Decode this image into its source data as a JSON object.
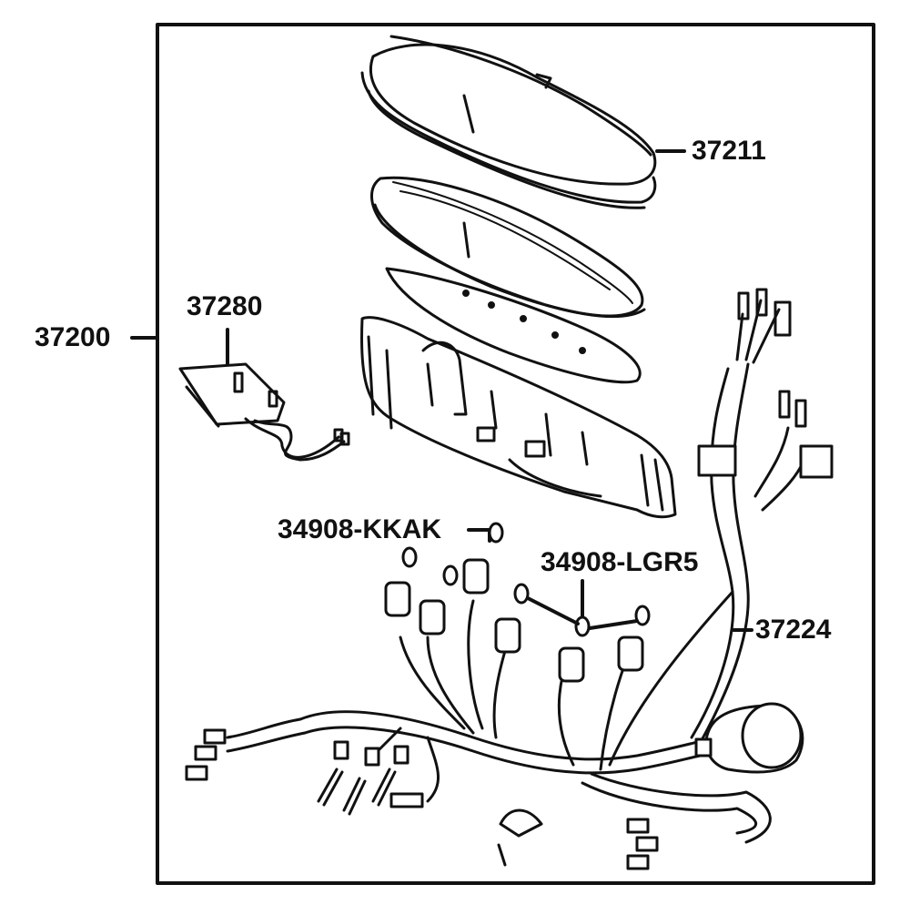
{
  "diagram": {
    "callouts": [
      {
        "id": "assembly",
        "label": "37200"
      },
      {
        "id": "cover",
        "label": "37211"
      },
      {
        "id": "module",
        "label": "37280"
      },
      {
        "id": "bulb_a",
        "label": "34908-KKAK"
      },
      {
        "id": "bulb_b",
        "label": "34908-LGR5"
      },
      {
        "id": "harness",
        "label": "37224"
      }
    ]
  }
}
